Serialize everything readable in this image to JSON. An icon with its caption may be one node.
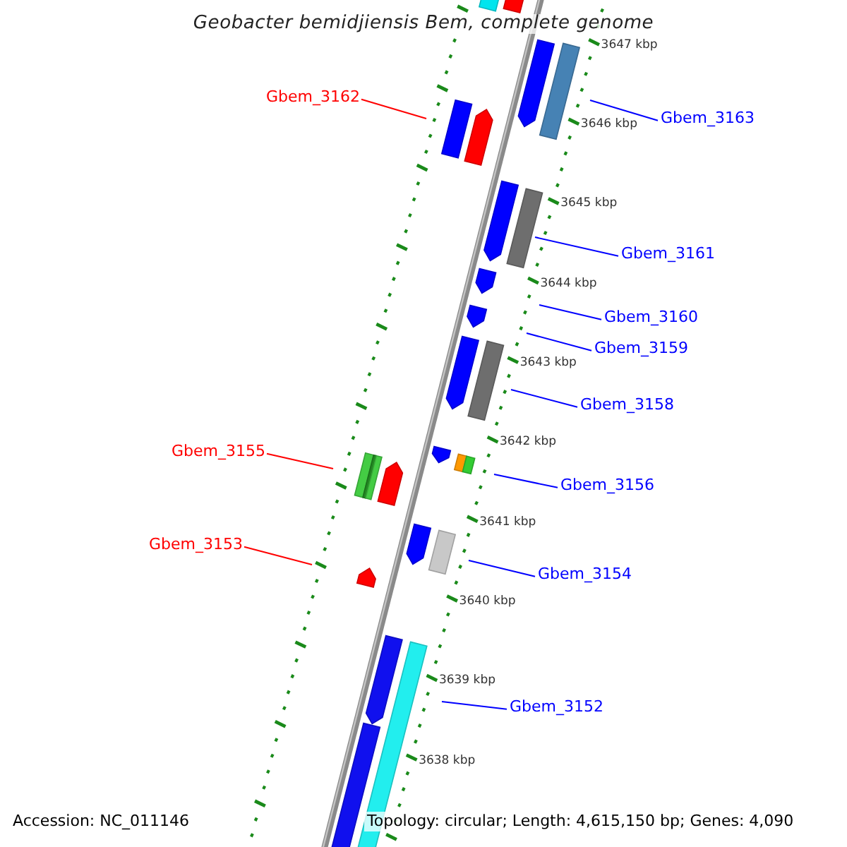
{
  "diagram": {
    "title": "Geobacter bemidjiensis Bem, complete genome",
    "nodes": [
      {
        "text": [
          "Gbem_3162"
        ]
      },
      {
        "text": [
          "Gbem_3163"
        ]
      },
      {
        "text": [
          "Gbem_3161"
        ]
      },
      {
        "text": [
          "Gbem_3160"
        ]
      },
      {
        "text": [
          "Gbem_3159"
        ]
      },
      {
        "text": [
          "Gbem_3158"
        ]
      },
      {
        "text": [
          "Gbem_3155"
        ]
      },
      {
        "text": [
          "Gbem_3156"
        ]
      },
      {
        "text": [
          "Gbem_3153"
        ]
      },
      {
        "text": [
          "Gbem_3154"
        ]
      },
      {
        "text": [
          "Gbem_3152"
        ]
      }
    ],
    "edges": [
      {
        "from": 0,
        "to": null,
        "arrow": "none",
        "color": "#ff0000"
      },
      {
        "from": 1,
        "to": null,
        "arrow": "none"
      },
      {
        "from": 2,
        "to": null,
        "arrow": "none"
      },
      {
        "from": 3,
        "to": null,
        "arrow": "none"
      },
      {
        "from": 4,
        "to": null,
        "arrow": "none"
      },
      {
        "from": 5,
        "to": null,
        "arrow": "none"
      },
      {
        "from": 6,
        "to": null,
        "arrow": "none",
        "color": "#ff0000"
      },
      {
        "from": 7,
        "to": null,
        "arrow": "none"
      },
      {
        "from": 8,
        "to": null,
        "arrow": "none",
        "color": "#ff0000"
      },
      {
        "from": 9,
        "to": null,
        "arrow": "none"
      },
      {
        "from": 10,
        "to": null,
        "arrow": "none"
      }
    ],
    "labels": [
      "3647 kbp",
      "3646 kbp",
      "3645 kbp",
      "3644 kbp",
      "3643 kbp",
      "3642 kbp",
      "3641 kbp",
      "3640 kbp",
      "3639 kbp",
      "3638 kbp",
      "Accession: NC_011146",
      "Topology: circular; Length: 4,615,150 bp; Genes: 4,090"
    ]
  }
}
